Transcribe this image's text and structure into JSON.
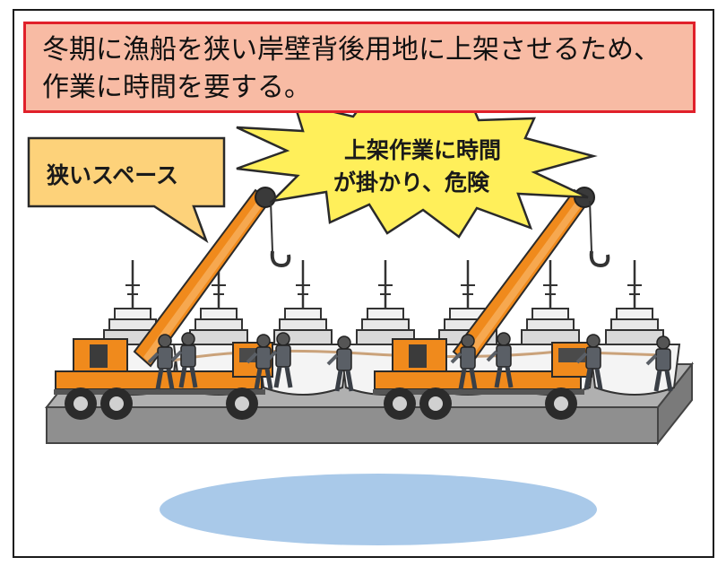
{
  "caption": {
    "line1": "冬期に漁船を狭い岸壁背後用地に上架させるため、",
    "line2": "作業に時間を要する。"
  },
  "callouts": {
    "narrow_space": "狭いスペース",
    "burst_line1": "上架作業に時間",
    "burst_line2": "が掛かり、危険"
  },
  "colors": {
    "caption_fill": "#f8bba4",
    "caption_border": "#e0202a",
    "callout_fill": "#fdd27a",
    "burst_fill": "#ffef5a",
    "crane_orange": "#f08a1c",
    "ground": "#9a9a9a",
    "pond": "#a9c9e9"
  }
}
